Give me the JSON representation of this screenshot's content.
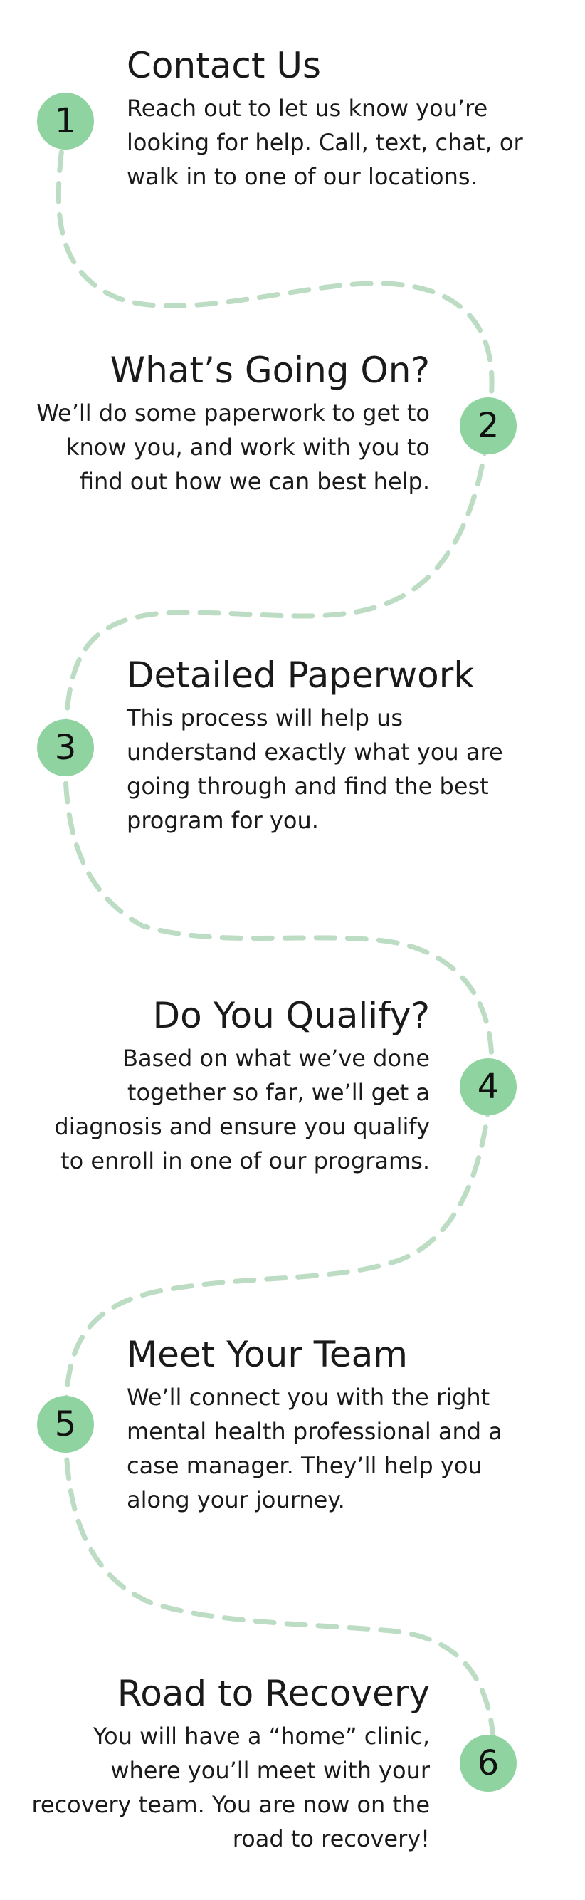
{
  "colors": {
    "accent": "#8fd4a0",
    "path": "#bcdcc4",
    "text": "#1a1a1a"
  },
  "steps": [
    {
      "number": "1",
      "title": "Contact Us",
      "description": "Reach out to let us know you’re looking for help. Call, text, chat, or walk in to one of our locations."
    },
    {
      "number": "2",
      "title": "What’s Going On?",
      "description": "We’ll do some paperwork to get to know you, and work with you to find out how we can best help."
    },
    {
      "number": "3",
      "title": "Detailed Paperwork",
      "description": "This process will help us understand exactly what you are going through and find the best program for you."
    },
    {
      "number": "4",
      "title": "Do You Qualify?",
      "description": "Based on what we’ve done together so far, we’ll get a diagnosis and ensure you qualify to enroll in one of our programs."
    },
    {
      "number": "5",
      "title": "Meet Your Team",
      "description": "We’ll connect you with the right mental health professional and a case manager. They’ll help you along your journey."
    },
    {
      "number": "6",
      "title": "Road to Recovery",
      "description": "You will have a “home” clinic, where you’ll meet with your recovery team. You are now on the road to recovery!"
    }
  ]
}
